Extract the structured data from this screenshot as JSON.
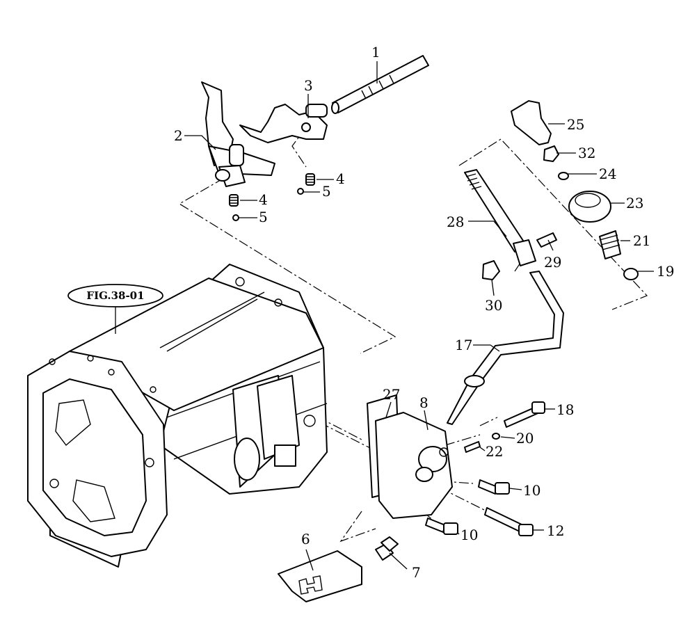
{
  "figure_ref": "FIG.38-01",
  "callouts": {
    "p1": "1",
    "p2": "2",
    "p3": "3",
    "p4a": "4",
    "p4b": "4",
    "p5a": "5",
    "p5b": "5",
    "p6": "6",
    "p7": "7",
    "p8": "8",
    "p10a": "10",
    "p10b": "10",
    "p12": "12",
    "p17": "17",
    "p18": "18",
    "p19": "19",
    "p20": "20",
    "p21": "21",
    "p22": "22",
    "p23": "23",
    "p24": "24",
    "p25": "25",
    "p27": "27",
    "p28": "28",
    "p29": "29",
    "p30": "30",
    "p32": "32"
  }
}
